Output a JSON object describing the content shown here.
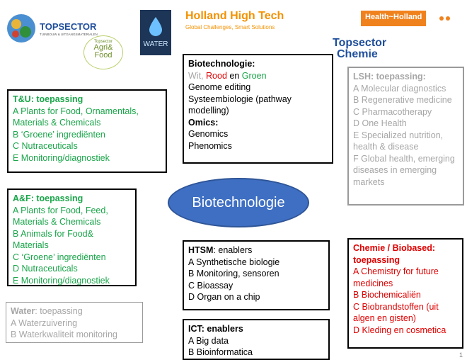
{
  "logos": {
    "topsector_tu": {
      "name": "TOPSECTOR",
      "sub": "TUINBOUW & UITGANGSMATERIALEN"
    },
    "agrifood": {
      "line1": "Topsector",
      "line2": "Agri&",
      "line3": "Food"
    },
    "water": {
      "label": "WATER"
    },
    "hht": {
      "title": "Holland High Tech",
      "sub": "Global Challenges, Smart Solutions"
    },
    "health": {
      "title": "Health~Holland"
    },
    "chemie": {
      "line1": "Topsector",
      "line2": "Chemie"
    }
  },
  "center": {
    "title": "Biotechnologie:",
    "wit": "Wit",
    "comma": ",",
    "rood": "Rood",
    "en": "en",
    "groen": "Groen",
    "items": [
      "Genome editing",
      "Systeembiologie (pathway modelling)"
    ],
    "omics_title": "Omics:",
    "omics_items": [
      "Genomics",
      "Phenomics"
    ]
  },
  "ellipse_label": "Biotechnologie",
  "tu": {
    "title": "T&U: toepassing",
    "items": [
      "A Plants for Food, Ornamentals, Materials & Chemicals",
      "B ‘Groene’ ingrediënten",
      "C Nutraceuticals",
      "E Monitoring/diagnostiek"
    ]
  },
  "af": {
    "title": "A&F: toepassing",
    "items": [
      "A Plants for Food, Feed, Materials & Chemicals",
      "B Animals for Food& Materials",
      "C ‘Groene’ ingrediënten",
      "D Nutraceuticals",
      "E Monitoring/diagnostiek"
    ]
  },
  "water": {
    "title_bold": "Water",
    "title_rest": ": toepassing",
    "items": [
      "A Waterzuivering",
      "B Waterkwaliteit monitoring"
    ]
  },
  "lsh": {
    "title": "LSH: toepassing:",
    "items": [
      "A Molecular diagnostics",
      "B Regenerative medicine",
      "C Pharmacotherapy",
      "D One Health",
      "E Specialized nutrition, health & disease",
      "F Global health, emerging diseases in emerging markets"
    ]
  },
  "htsm": {
    "title_bold": "HTSM",
    "title_rest": ": enablers",
    "items": [
      "A Synthetische biologie",
      "B Monitoring, sensoren",
      "C Bioassay",
      "D Organ on a chip"
    ]
  },
  "ict": {
    "title": "ICT: enablers",
    "items": [
      "A Big data",
      "B Bioinformatica"
    ]
  },
  "chemie": {
    "title": "Chemie / Biobased: toepassing",
    "items": [
      "A Chemistry for future medicines",
      "B Biochemicaliën",
      "C Biobrandstoffen (uit algen en gisten)",
      "D Kleding en cosmetica"
    ]
  },
  "page_number": "1",
  "colors": {
    "green": "#1aa54a",
    "grey": "#a6a6a6",
    "red": "#e00000",
    "ellipse": "#3e6fc3",
    "hht_orange": "#f39200",
    "health_orange": "#f0821e",
    "chemie_blue": "#1f4e9c"
  }
}
